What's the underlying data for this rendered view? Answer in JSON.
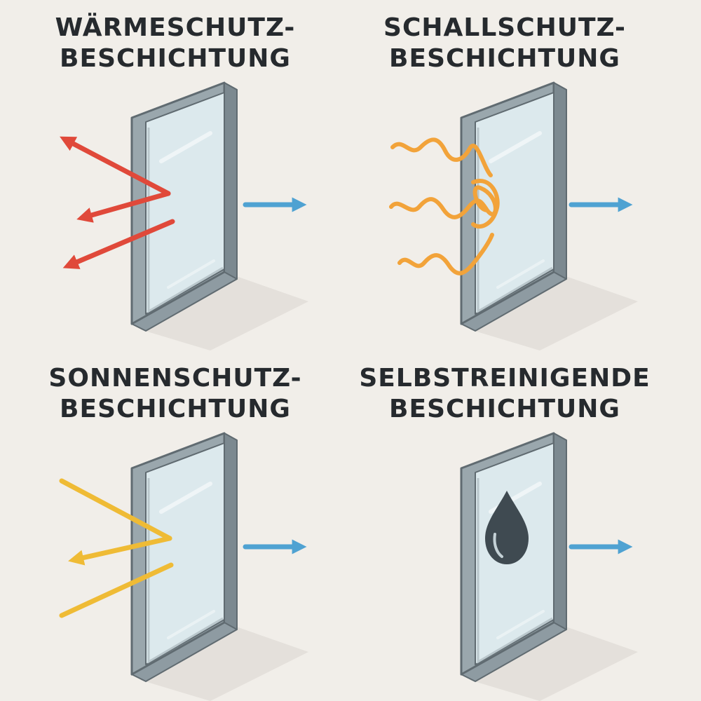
{
  "colors": {
    "background": "#f1eee9",
    "title": "#262a2e",
    "frame": "#8e9ba2",
    "frame_dark": "#606b71",
    "glass": "#dce9ed",
    "heat": "#e0493a",
    "sound": "#f2a33a",
    "sun": "#efbb35",
    "transmit_arrow": "#4fa2d2",
    "drop": "#3f4a51"
  },
  "panels": [
    {
      "id": "waermeschutz",
      "title_line1": "WÄRMESCHUTZ-",
      "title_line2": "BESCHICHTUNG",
      "icon": "heat-reflection-arrows"
    },
    {
      "id": "schallschutz",
      "title_line1": "SCHALLSCHUTZ-",
      "title_line2": "BESCHICHTUNG",
      "icon": "sound-wave-lines"
    },
    {
      "id": "sonnenschutz",
      "title_line1": "SONNENSCHUTZ-",
      "title_line2": "BESCHICHTUNG",
      "icon": "sun-reflection-arrows"
    },
    {
      "id": "selbstreinigend",
      "title_line1": "SELBSTREINIGENDE",
      "title_line2": "BESCHICHTUNG",
      "icon": "water-drop-icon"
    }
  ]
}
